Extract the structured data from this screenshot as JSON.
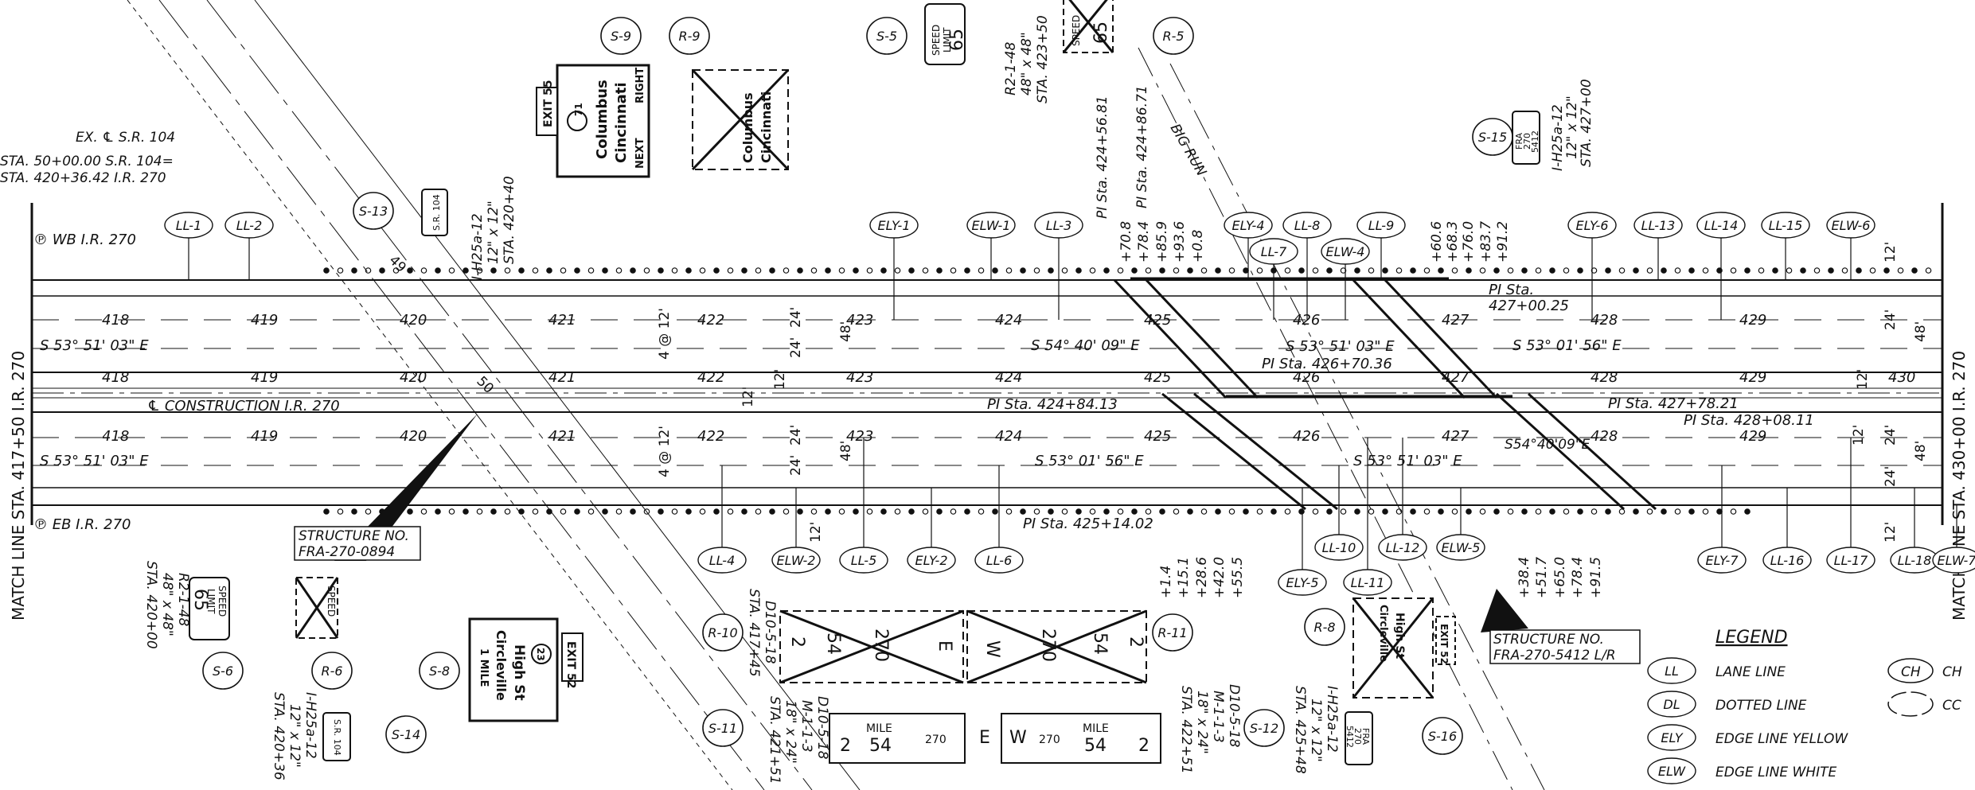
{
  "mainline": {
    "wb_label": "℗ WB I.R. 270",
    "eb_label": "℗ EB I.R. 270",
    "construction": "℄ CONSTRUCTION I.R. 270",
    "match_left": "MATCH LINE STA. 417+50 I.R. 270",
    "match_right": "MATCH LINE STA. 430+00 I.R. 270",
    "ex_sr104": "EX. ℄ S.R. 104",
    "sta_line1": "STA. 50+00.00 S.R. 104=",
    "sta_line2": "STA. 420+36.42 I.R. 270",
    "big_run": "BIG RUN",
    "bearing_wb_left": "S 53° 51' 03\" E",
    "bearing_wb_mid": "S 54° 40' 09\" E",
    "bearing_wb_r1": "S 53° 51' 03\" E",
    "bearing_wb_r2": "S 53° 01' 56\" E",
    "bearing_eb_left": "S 53° 51' 03\" E",
    "bearing_eb_mid": "S 53° 01' 56\" E",
    "bearing_eb_r1": "S 53° 51' 03\" E",
    "bearing_eb_r2": "S54°40'09\"E",
    "pi_wb1": "PI Sta. 426+70.36",
    "pi_wb2a": "PI Sta.",
    "pi_wb2b": "427+00.25",
    "pi_c1": "PI Sta. 424+84.13",
    "pi_c2": "PI Sta. 427+78.21",
    "pi_c3": "PI Sta. 428+08.11",
    "pi_eb1": "PI Sta. 425+14.02",
    "pi_v1": "PI Sta. 424+56.81",
    "pi_v2": "PI Sta. 424+86.71"
  },
  "stations_wb": [
    "418",
    "419",
    "420",
    "421",
    "422",
    "423",
    "424",
    "425",
    "426",
    "427",
    "428",
    "429"
  ],
  "stations_c": [
    "418",
    "419",
    "420",
    "421",
    "422",
    "423",
    "424",
    "425",
    "426",
    "427",
    "428",
    "429",
    "430"
  ],
  "stations_eb": [
    "418",
    "419",
    "420",
    "421",
    "422",
    "423",
    "424",
    "425",
    "426",
    "427",
    "428",
    "429"
  ],
  "dims": {
    "d12": "12'",
    "d24": "24'",
    "d48": "48'",
    "d4at12": "4 @ 12'",
    "d49": "49",
    "d50": "50"
  },
  "offsets_top": [
    "+70.8",
    "+78.4",
    "+85.9",
    "+93.6",
    "+0.8",
    "+60.6",
    "+68.3",
    "+76.0",
    "+83.7",
    "+91.2"
  ],
  "offsets_bot": [
    "+1.4",
    "+15.1",
    "+28.6",
    "+42.0",
    "+55.5",
    "+38.4",
    "+51.7",
    "+65.0",
    "+78.4",
    "+91.5"
  ],
  "callouts_top": [
    "LL-1",
    "LL-2",
    "ELY-1",
    "ELW-1",
    "LL-3",
    "ELY-4",
    "LL-8",
    "LL-7",
    "ELW-4",
    "LL-9",
    "ELY-6",
    "LL-13",
    "LL-14",
    "LL-15",
    "ELW-6"
  ],
  "callouts_bot": [
    "LL-4",
    "ELW-2",
    "LL-5",
    "ELY-2",
    "LL-6",
    "LL-10",
    "LL-12",
    "ELW-5",
    "ELY-5",
    "LL-11",
    "ELY-7",
    "LL-16",
    "LL-17",
    "LL-18",
    "ELW-7"
  ],
  "sign_ids": [
    "S-9",
    "R-9",
    "S-5",
    "R-5",
    "S-13",
    "S-15",
    "R-10",
    "R-11",
    "S-11",
    "S-12",
    "R-8",
    "S-16",
    "S-6",
    "R-6",
    "S-8",
    "S-14"
  ],
  "signs": {
    "s9_exit": "EXIT 55",
    "s9_route": "71",
    "s9_l1": "Columbus",
    "s9_l2": "Cincinnati",
    "s9_next": "NEXT",
    "s9_right": "RIGHT",
    "r9_l1": "Columbus",
    "r9_l2": "Cincinnati",
    "speed_l1": "SPEED",
    "speed_l2": "LIMIT",
    "speed_val": "65",
    "sr104": "S.R. 104",
    "fra_l1": "FRA",
    "fra_l2": "270",
    "fra_l3": "5412",
    "s8_route": "23",
    "s8_l1": "High St",
    "s8_l2": "Circleville",
    "s8_l3": "1 MILE",
    "s8_exit": "EXIT 52",
    "mile_l1": "MILE",
    "mile_54": "54",
    "mile_2": "2",
    "route_270": "270",
    "dir_e": "E",
    "dir_w": "W"
  },
  "notes": {
    "s5_a": "R2-1-48",
    "s5_b": "48\" x 48\"",
    "s5_c": "STA. 423+50",
    "s13_a": "I-H25a-12",
    "s13_b": "12\" x 12\"",
    "s13_c": "STA. 420+40",
    "s15_a": "I-H25a-12",
    "s15_b": "12\" x 12\"",
    "s15_c": "STA. 427+00",
    "s6_a": "R2-1-48",
    "s6_b": "48\" x 48\"",
    "s6_c": "STA. 420+00",
    "s14_a": "I-H25a-12",
    "s14_b": "12\" x 12\"",
    "s14_c": "STA. 420+36",
    "r10_a": "D10-5-18",
    "r10_b": "STA. 417+45",
    "s11_a": "D10-5-18",
    "s11_b": "M-1-1-3",
    "s11_c": "18\" x 24\"",
    "s11_d": "STA. 421+51",
    "r11_a": "D10-5-18",
    "r11_b": "M-1-1-3",
    "r11_c": "18\" x 24\"",
    "r11_d": "STA. 422+51",
    "s12_a": "I-H25a-12",
    "s12_b": "12\" x 12\"",
    "s12_c": "STA. 425+48"
  },
  "structures": {
    "s1_a": "STRUCTURE NO.",
    "s1_b": "FRA-270-0894",
    "s2_a": "STRUCTURE NO.",
    "s2_b": "FRA-270-5412 L/R"
  },
  "legend": {
    "title": "LEGEND",
    "items": [
      {
        "code": "LL",
        "desc": "LANE LINE"
      },
      {
        "code": "DL",
        "desc": "DOTTED LINE"
      },
      {
        "code": "ELY",
        "desc": "EDGE LINE YELLOW"
      },
      {
        "code": "ELW",
        "desc": "EDGE LINE WHITE"
      }
    ],
    "extra_code": "CH",
    "extra_desc1": "CH",
    "extra_desc2": "CC"
  }
}
